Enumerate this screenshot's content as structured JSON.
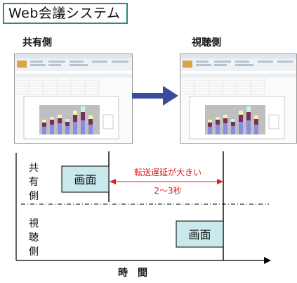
{
  "title": "Web会議システム",
  "screens": {
    "share_label": "共有側",
    "view_label": "視聴側"
  },
  "diagram": {
    "share_side": [
      "共",
      "有",
      "側"
    ],
    "view_side": [
      "視",
      "聴",
      "側"
    ],
    "share_box": "画面",
    "view_box": "画面",
    "delay_text": "転送遅延が大きい",
    "delay_range": "2〜3秒",
    "time_axis": "時　間"
  },
  "colors": {
    "title_border": "#2e8a85",
    "screen_box_fill": "#c9e9ec",
    "delay_red": "#e02020",
    "arrow_blue": "#3a4a9c"
  }
}
